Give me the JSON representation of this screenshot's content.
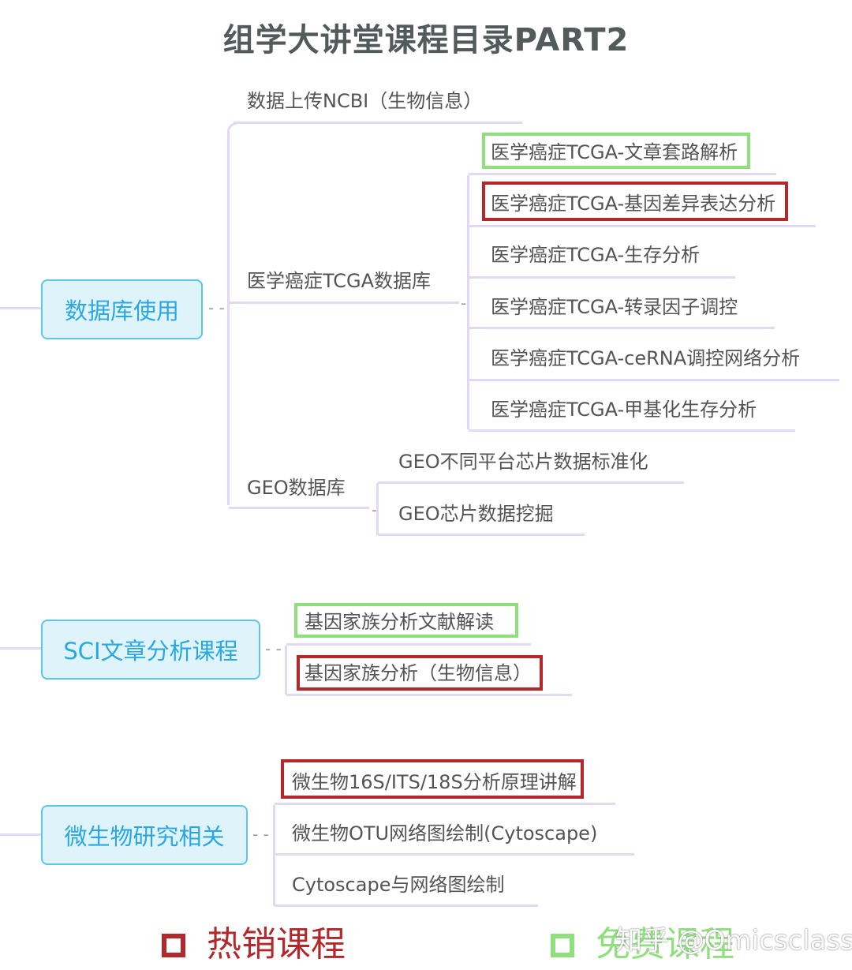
{
  "title": "组学大讲堂课程目录PART2",
  "sections": {
    "database": {
      "label": "数据库使用",
      "children": {
        "ncbi": "数据上传NCBI（生物信息）",
        "tcga": {
          "label": "医学癌症TCGA数据库",
          "items": [
            "医学癌症TCGA-文章套路解析",
            "医学癌症TCGA-基因差异表达分析",
            "医学癌症TCGA-生存分析",
            "医学癌症TCGA-转录因子调控",
            "医学癌症TCGA-ceRNA调控网络分析",
            "医学癌症TCGA-甲基化生存分析"
          ]
        },
        "geo": {
          "label": "GEO数据库",
          "items": [
            "GEO不同平台芯片数据标准化",
            "GEO芯片数据挖掘"
          ]
        }
      }
    },
    "sci": {
      "label": "SCI文章分析课程",
      "items": [
        "基因家族分析文献解读",
        "基因家族分析（生物信息）"
      ]
    },
    "micro": {
      "label": "微生物研究相关",
      "items": [
        "微生物16S/ITS/18S分析原理讲解",
        "微生物OTU网络图绘制(Cytoscape)",
        "Cytoscape与网络图绘制"
      ]
    }
  },
  "legend": {
    "hot": {
      "label": "热销课程",
      "color": "#b2282b"
    },
    "free": {
      "label": "免费课程",
      "color": "#8fe07c"
    }
  },
  "watermark": "知乎 @Omicsclass",
  "colors": {
    "node_fill": "#dff3fb",
    "node_border": "#5cc6ee",
    "node_text": "#2aa7e0",
    "branch_line": "#e2d8f1",
    "label_text": "#545454",
    "title_text": "#525a5a"
  }
}
